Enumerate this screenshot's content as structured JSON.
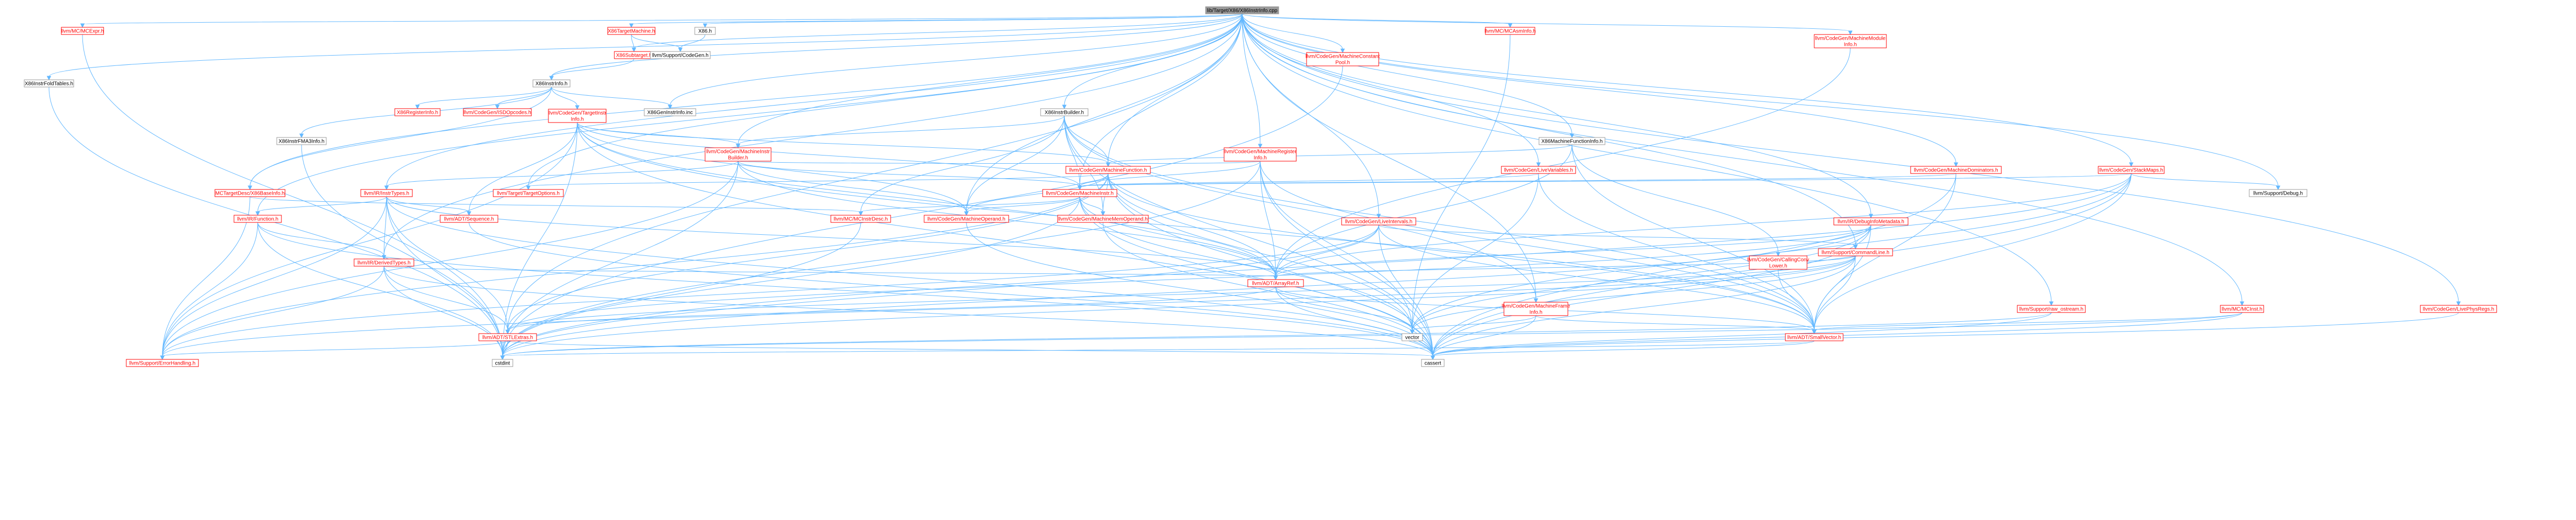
{
  "colors": {
    "root_fill": "#999999",
    "node_fill": "#ffffff",
    "border_red": "#ff0000",
    "border_gray": "#999999",
    "text_red": "#ff0000",
    "text_black": "#000000",
    "edge": "#63b8ff"
  },
  "nodes": [
    {
      "id": "root",
      "label": "lib/Target/X86/X86InstrInfo.cpp",
      "style": "root"
    },
    {
      "id": "mcexpr",
      "label": "llvm/MC/MCExpr.h",
      "style": "red"
    },
    {
      "id": "x86tm",
      "label": "X86TargetMachine.h",
      "style": "red"
    },
    {
      "id": "x86h",
      "label": "X86.h",
      "style": "gray"
    },
    {
      "id": "mcasminfo",
      "label": "llvm/MC/MCAsmInfo.h",
      "style": "red"
    },
    {
      "id": "mfinfo",
      "label": "llvm/CodeGen/MachineModule\nInfo.h",
      "style": "red"
    },
    {
      "id": "x86instfold",
      "label": "X86InstrFoldTables.h",
      "style": "gray"
    },
    {
      "id": "x86subtarget",
      "label": "X86Subtarget.h",
      "style": "red"
    },
    {
      "id": "supcodegen",
      "label": "llvm/Support/CodeGen.h",
      "style": "gray"
    },
    {
      "id": "mcpool",
      "label": "llvm/CodeGen/MachineConstant\nPool.h",
      "style": "red"
    },
    {
      "id": "x86instrinfoh",
      "label": "X86InstrInfo.h",
      "style": "gray"
    },
    {
      "id": "x86reginfo",
      "label": "X86RegisterInfo.h",
      "style": "red"
    },
    {
      "id": "isdopcodes",
      "label": "llvm/CodeGen/ISDOpcodes.h",
      "style": "red"
    },
    {
      "id": "tii",
      "label": "llvm/CodeGen/TargetInstr\nInfo.h",
      "style": "red"
    },
    {
      "id": "genincinc",
      "label": "X86GenInstrInfo.inc",
      "style": "gray"
    },
    {
      "id": "x86ib",
      "label": "X86InstrBuilder.h",
      "style": "gray"
    },
    {
      "id": "x86fma",
      "label": "X86InstrFMA3Info.h",
      "style": "gray"
    },
    {
      "id": "mib",
      "label": "llvm/CodeGen/MachineInstr\nBuilder.h",
      "style": "red"
    },
    {
      "id": "mri",
      "label": "llvm/CodeGen/MachineRegister\nInfo.h",
      "style": "red"
    },
    {
      "id": "x86mfi",
      "label": "X86MachineFunctionInfo.h",
      "style": "gray"
    },
    {
      "id": "mcbaseinfo",
      "label": "MCTargetDesc/X86BaseInfo.h",
      "style": "red"
    },
    {
      "id": "irinst",
      "label": "llvm/IR/InstrTypes.h",
      "style": "red"
    },
    {
      "id": "tgtopts",
      "label": "llvm/Target/TargetOptions.h",
      "style": "red"
    },
    {
      "id": "mf",
      "label": "llvm/CodeGen/MachineFunction.h",
      "style": "red"
    },
    {
      "id": "lvars",
      "label": "llvm/CodeGen/LiveVariables.h",
      "style": "red"
    },
    {
      "id": "mdom",
      "label": "llvm/CodeGen/MachineDominators.h",
      "style": "red"
    },
    {
      "id": "smaps",
      "label": "llvm/CodeGen/StackMaps.h",
      "style": "red"
    },
    {
      "id": "irfunc",
      "label": "llvm/IR/Function.h",
      "style": "red"
    },
    {
      "id": "adtseq",
      "label": "llvm/ADT/Sequence.h",
      "style": "red"
    },
    {
      "id": "mcinstrdesc",
      "label": "llvm/MC/MCInstrDesc.h",
      "style": "red"
    },
    {
      "id": "mop",
      "label": "llvm/CodeGen/MachineOperand.h",
      "style": "red"
    },
    {
      "id": "mi",
      "label": "llvm/CodeGen/MachineInstr.h",
      "style": "red"
    },
    {
      "id": "mmo",
      "label": "llvm/CodeGen/MachineMemOperand.h",
      "style": "red"
    },
    {
      "id": "lintv",
      "label": "llvm/CodeGen/LiveIntervals.h",
      "style": "red"
    },
    {
      "id": "dimeta",
      "label": "llvm/IR/DebugInfoMetadata.h",
      "style": "red"
    },
    {
      "id": "supdebug",
      "label": "llvm/Support/Debug.h",
      "style": "gray"
    },
    {
      "id": "irderived",
      "label": "llvm/IR/DerivedTypes.h",
      "style": "red"
    },
    {
      "id": "callconv",
      "label": "llvm/CodeGen/CallingConv\nLower.h",
      "style": "red"
    },
    {
      "id": "cmdline",
      "label": "llvm/Support/CommandLine.h",
      "style": "red"
    },
    {
      "id": "arrayref",
      "label": "llvm/ADT/ArrayRef.h",
      "style": "red"
    },
    {
      "id": "mframe",
      "label": "llvm/CodeGen/MachineFrame\nInfo.h",
      "style": "red"
    },
    {
      "id": "rawostream",
      "label": "llvm/Support/raw_ostream.h",
      "style": "red"
    },
    {
      "id": "mcinst",
      "label": "llvm/MC/MCInst.h",
      "style": "red"
    },
    {
      "id": "lpregs",
      "label": "llvm/CodeGen/LivePhysRegs.h",
      "style": "red"
    },
    {
      "id": "stlextras",
      "label": "llvm/ADT/STLExtras.h",
      "style": "red"
    },
    {
      "id": "vector",
      "label": "vector",
      "style": "gray"
    },
    {
      "id": "smallvec",
      "label": "llvm/ADT/SmallVector.h",
      "style": "red"
    },
    {
      "id": "errhand",
      "label": "llvm/Support/ErrorHandling.h",
      "style": "red"
    },
    {
      "id": "cstdint",
      "label": "cstdint",
      "style": "gray"
    },
    {
      "id": "cassert",
      "label": "cassert",
      "style": "gray"
    }
  ],
  "edges": [
    [
      "root",
      "mcexpr"
    ],
    [
      "root",
      "x86tm"
    ],
    [
      "root",
      "x86h"
    ],
    [
      "root",
      "mcasminfo"
    ],
    [
      "root",
      "mfinfo"
    ],
    [
      "root",
      "x86instfold"
    ],
    [
      "root",
      "x86subtarget"
    ],
    [
      "root",
      "mcpool"
    ],
    [
      "root",
      "x86instrinfoh"
    ],
    [
      "root",
      "genincinc"
    ],
    [
      "root",
      "x86ib"
    ],
    [
      "root",
      "mri"
    ],
    [
      "root",
      "x86mfi"
    ],
    [
      "root",
      "mcbaseinfo"
    ],
    [
      "root",
      "irinst"
    ],
    [
      "root",
      "tgtopts"
    ],
    [
      "root",
      "mf"
    ],
    [
      "root",
      "lvars"
    ],
    [
      "root",
      "mdom"
    ],
    [
      "root",
      "smaps"
    ],
    [
      "root",
      "irfunc"
    ],
    [
      "root",
      "mop"
    ],
    [
      "root",
      "mi"
    ],
    [
      "root",
      "lintv"
    ],
    [
      "root",
      "dimeta"
    ],
    [
      "root",
      "supdebug"
    ],
    [
      "root",
      "irderived"
    ],
    [
      "root",
      "cmdline"
    ],
    [
      "root",
      "mframe"
    ],
    [
      "root",
      "rawostream"
    ],
    [
      "root",
      "mcinst"
    ],
    [
      "root",
      "lpregs"
    ],
    [
      "root",
      "stlextras"
    ],
    [
      "root",
      "mib"
    ],
    [
      "x86tm",
      "x86subtarget"
    ],
    [
      "x86tm",
      "supcodegen"
    ],
    [
      "x86h",
      "supcodegen"
    ],
    [
      "x86subtarget",
      "x86instrinfoh"
    ],
    [
      "x86instrinfoh",
      "x86reginfo"
    ],
    [
      "x86instrinfoh",
      "isdopcodes"
    ],
    [
      "x86instrinfoh",
      "tii"
    ],
    [
      "x86instrinfoh",
      "genincinc"
    ],
    [
      "x86instrinfoh",
      "x86fma"
    ],
    [
      "x86instrinfoh",
      "mcbaseinfo"
    ],
    [
      "tii",
      "mib"
    ],
    [
      "tii",
      "mf"
    ],
    [
      "tii",
      "mi"
    ],
    [
      "tii",
      "mop"
    ],
    [
      "tii",
      "adtseq"
    ],
    [
      "tii",
      "arrayref"
    ],
    [
      "tii",
      "smallvec"
    ],
    [
      "tii",
      "cstdint"
    ],
    [
      "tii",
      "cassert"
    ],
    [
      "tii",
      "errhand"
    ],
    [
      "x86ib",
      "mib"
    ],
    [
      "x86ib",
      "mf"
    ],
    [
      "x86ib",
      "mi"
    ],
    [
      "x86ib",
      "mop"
    ],
    [
      "x86ib",
      "mmo"
    ],
    [
      "x86ib",
      "mcinstrdesc"
    ],
    [
      "x86ib",
      "mframe"
    ],
    [
      "x86ib",
      "smallvec"
    ],
    [
      "x86ib",
      "cassert"
    ],
    [
      "mib",
      "mf"
    ],
    [
      "mib",
      "mi"
    ],
    [
      "mib",
      "mop"
    ],
    [
      "mib",
      "irinst"
    ],
    [
      "mib",
      "arrayref"
    ],
    [
      "mib",
      "errhand"
    ],
    [
      "mib",
      "cstdint"
    ],
    [
      "mri",
      "mf"
    ],
    [
      "mri",
      "mi"
    ],
    [
      "mri",
      "arrayref"
    ],
    [
      "mri",
      "smallvec"
    ],
    [
      "mri",
      "vector"
    ],
    [
      "mri",
      "cassert"
    ],
    [
      "mri",
      "cstdint"
    ],
    [
      "x86mfi",
      "mf"
    ],
    [
      "x86mfi",
      "callconv"
    ],
    [
      "x86mfi",
      "arrayref"
    ],
    [
      "x86mfi",
      "smallvec"
    ],
    [
      "mf",
      "mi"
    ],
    [
      "mf",
      "mop"
    ],
    [
      "mf",
      "mmo"
    ],
    [
      "mf",
      "arrayref"
    ],
    [
      "mf",
      "smallvec"
    ],
    [
      "mf",
      "vector"
    ],
    [
      "mf",
      "cassert"
    ],
    [
      "mf",
      "tgtopts"
    ],
    [
      "mf",
      "stlextras"
    ],
    [
      "mf",
      "errhand"
    ],
    [
      "lvars",
      "mi"
    ],
    [
      "lvars",
      "smallvec"
    ],
    [
      "lvars",
      "vector"
    ],
    [
      "mdom",
      "mi"
    ],
    [
      "mdom",
      "smallvec"
    ],
    [
      "mdom",
      "cassert"
    ],
    [
      "smaps",
      "mi"
    ],
    [
      "smaps",
      "supdebug"
    ],
    [
      "smaps",
      "arrayref"
    ],
    [
      "smaps",
      "smallvec"
    ],
    [
      "smaps",
      "cassert"
    ],
    [
      "smaps",
      "vector"
    ],
    [
      "smaps",
      "cstdint"
    ],
    [
      "mi",
      "mop"
    ],
    [
      "mi",
      "mmo"
    ],
    [
      "mi",
      "mcinstrdesc"
    ],
    [
      "mi",
      "arrayref"
    ],
    [
      "mi",
      "cassert"
    ],
    [
      "mi",
      "cstdint"
    ],
    [
      "mi",
      "vector"
    ],
    [
      "irinst",
      "irderived"
    ],
    [
      "irinst",
      "irfunc"
    ],
    [
      "irinst",
      "adtseq"
    ],
    [
      "irinst",
      "arrayref"
    ],
    [
      "irinst",
      "stlextras"
    ],
    [
      "irinst",
      "cstdint"
    ],
    [
      "irinst",
      "cassert"
    ],
    [
      "irinst",
      "errhand"
    ],
    [
      "irfunc",
      "irderived"
    ],
    [
      "irfunc",
      "cstdint"
    ],
    [
      "irfunc",
      "cassert"
    ],
    [
      "irfunc",
      "errhand"
    ],
    [
      "irderived",
      "arrayref"
    ],
    [
      "irderived",
      "stlextras"
    ],
    [
      "irderived",
      "cstdint"
    ],
    [
      "irderived",
      "cassert"
    ],
    [
      "irderived",
      "errhand"
    ],
    [
      "lintv",
      "arrayref"
    ],
    [
      "lintv",
      "smallvec"
    ],
    [
      "lintv",
      "cmdline"
    ],
    [
      "lintv",
      "cassert"
    ],
    [
      "lintv",
      "cstdint"
    ],
    [
      "lintv",
      "errhand"
    ],
    [
      "dimeta",
      "arrayref"
    ],
    [
      "dimeta",
      "cmdline"
    ],
    [
      "dimeta",
      "stlextras"
    ],
    [
      "dimeta",
      "cassert"
    ],
    [
      "dimeta",
      "cstdint"
    ],
    [
      "dimeta",
      "vector"
    ],
    [
      "dimeta",
      "smallvec"
    ],
    [
      "cmdline",
      "arrayref"
    ],
    [
      "cmdline",
      "smallvec"
    ],
    [
      "cmdline",
      "stlextras"
    ],
    [
      "cmdline",
      "cassert"
    ],
    [
      "cmdline",
      "vector"
    ],
    [
      "cmdline",
      "errhand"
    ],
    [
      "cmdline",
      "cstdint"
    ],
    [
      "mframe",
      "smallvec"
    ],
    [
      "mframe",
      "vector"
    ],
    [
      "mframe",
      "cassert"
    ],
    [
      "rawostream",
      "cassert"
    ],
    [
      "rawostream",
      "cstdint"
    ],
    [
      "mcinst",
      "smallvec"
    ],
    [
      "mcinst",
      "cassert"
    ],
    [
      "mcinst",
      "cstdint"
    ],
    [
      "lpregs",
      "cassert"
    ],
    [
      "arrayref",
      "smallvec"
    ],
    [
      "arrayref",
      "stlextras"
    ],
    [
      "arrayref",
      "cassert"
    ],
    [
      "arrayref",
      "vector"
    ],
    [
      "stlextras",
      "cstdint"
    ],
    [
      "stlextras",
      "cassert"
    ],
    [
      "stlextras",
      "errhand"
    ],
    [
      "smallvec",
      "cstdint"
    ],
    [
      "smallvec",
      "cassert"
    ],
    [
      "mop",
      "cassert"
    ],
    [
      "mmo",
      "cassert"
    ],
    [
      "mcexpr",
      "cstdint"
    ],
    [
      "x86instfold",
      "cstdint"
    ],
    [
      "mcbaseinfo",
      "errhand"
    ],
    [
      "mcbaseinfo",
      "mcinstrdesc"
    ],
    [
      "mcasminfo",
      "vector"
    ],
    [
      "mfinfo",
      "arrayref"
    ],
    [
      "mcpool",
      "cstdint"
    ],
    [
      "callconv",
      "smallvec"
    ],
    [
      "x86fma",
      "cstdint"
    ],
    [
      "adtseq",
      "cassert"
    ],
    [
      "mcinstrdesc",
      "cstdint"
    ]
  ]
}
